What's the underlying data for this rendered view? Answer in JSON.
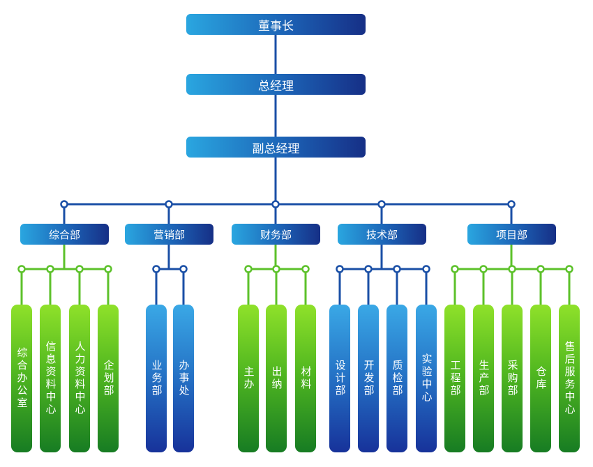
{
  "top": {
    "chairman": "董事长",
    "general_manager": "总经理",
    "deputy_general_manager": "副总经理"
  },
  "departments": [
    {
      "name": "综合部",
      "units": [
        "综合办公室",
        "信息资料中心",
        "人力资料中心",
        "企划部"
      ],
      "color": "green"
    },
    {
      "name": "营销部",
      "units": [
        "业务部",
        "办事处"
      ],
      "color": "blue"
    },
    {
      "name": "财务部",
      "units": [
        "主办",
        "出纳",
        "材料"
      ],
      "color": "green"
    },
    {
      "name": "技术部",
      "units": [
        "设计部",
        "开发部",
        "质检部",
        "实验中心"
      ],
      "color": "blue"
    },
    {
      "name": "项目部",
      "units": [
        "工程部",
        "生产部",
        "采购部",
        "仓库",
        "售后服务中心"
      ],
      "color": "green"
    }
  ],
  "colors": {
    "blue_line": "#1a4fa6",
    "green_line": "#5cc12a",
    "box_gradient": [
      "#2aa6e0",
      "#1c63b6",
      "#162f86"
    ],
    "green_bar_gradient": [
      "#8fe12a",
      "#52b820",
      "#177c23"
    ],
    "blue_bar_gradient": [
      "#3aa8e6",
      "#2470c4",
      "#17329a"
    ]
  }
}
